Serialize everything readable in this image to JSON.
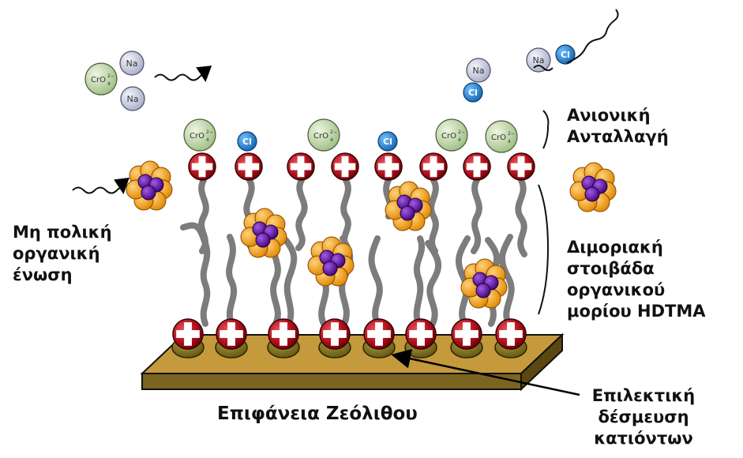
{
  "ions": {
    "cro4": "CrO",
    "cro4_sup": "4",
    "cro4_charge": "2−",
    "na": "Na",
    "cl": "Cl"
  },
  "labels": {
    "anion_exchange": [
      "Ανιονική",
      "Ανταλλαγή"
    ],
    "bilayer": [
      "Διμοριακή",
      "στοιβάδα",
      "οργανικού",
      "μορίου HDTMA"
    ],
    "nonpolar": [
      "Μη πολική",
      "οργανική",
      "ένωση"
    ],
    "zeolite_surface": "Επιφάνεια Ζεόλιθου",
    "selective_binding": [
      "Επιλεκτική",
      "δέσμευση",
      "κατιόντων"
    ]
  },
  "colors": {
    "cation_head": "#b0121c",
    "chain": "#808080",
    "cro4": "#c3d8a8",
    "na": "#cdd1e6",
    "cl": "#2a8ad6",
    "organic_orange": "#f7a11a",
    "organic_purple": "#6a1aa8",
    "zeolite_top": "#c49a3c",
    "zeolite_side": "#6e5a1e"
  },
  "icons": [
    "plus-icon",
    "wavy-arrow-icon",
    "arrow-icon"
  ]
}
